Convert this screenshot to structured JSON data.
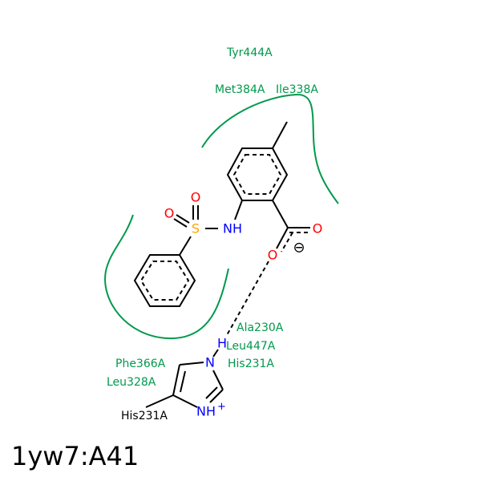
{
  "title": "1yw7:A41",
  "colors": {
    "residue": "#00994c",
    "oxygen": "#ff0000",
    "nitrogen": "#0000ff",
    "sulfur": "#ffa500",
    "bond": "#000000"
  },
  "residues": {
    "tyr444": "Tyr444A",
    "met384": "Met384A",
    "ile338": "Ile338A",
    "ala230": "Ala230A",
    "leu447": "Leu447A",
    "his231_green": "His231A",
    "phe366": "Phe366A",
    "leu328": "Leu328A",
    "his231_black": "His231A"
  },
  "atoms": {
    "o_sulfonyl_top": "O",
    "o_sulfonyl_left": "O",
    "s": "S",
    "nh": "NH",
    "o_carbonyl": "O",
    "o_carboxylate": "O",
    "charge_minus": "⊖",
    "h_his": "H",
    "n_his": "N",
    "nh_plus": "NH",
    "plus": "+"
  }
}
